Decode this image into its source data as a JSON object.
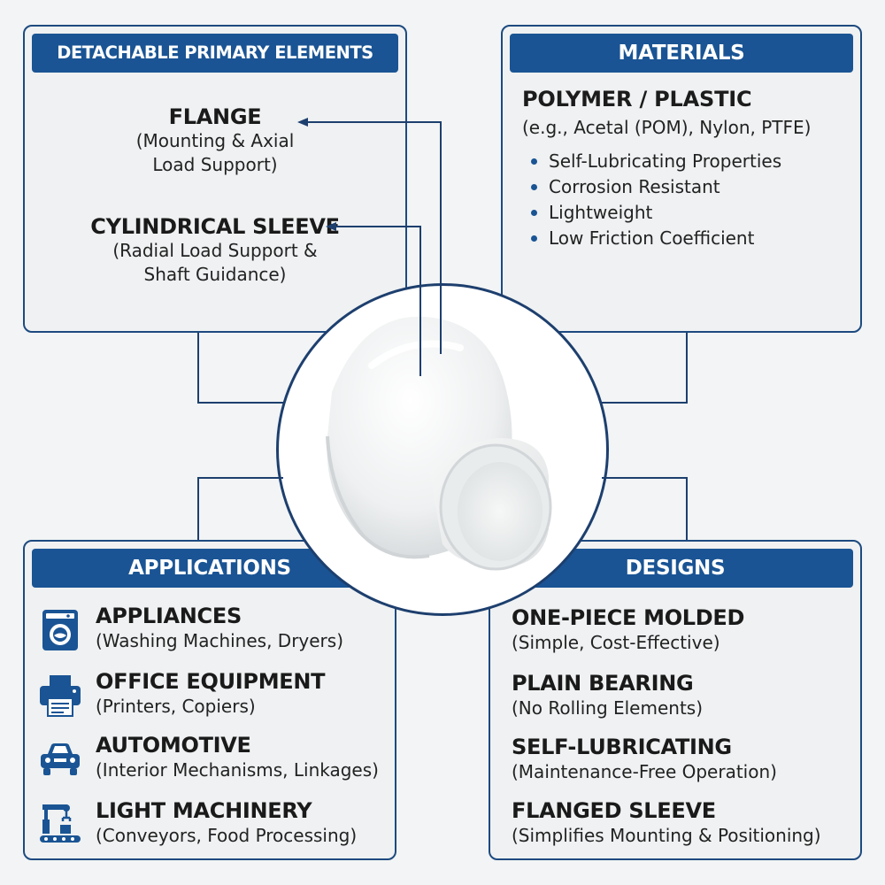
{
  "primary_elements": {
    "header": "DETACHABLE PRIMARY ELEMENTS",
    "items": [
      {
        "title": "FLANGE",
        "desc_line1": "(Mounting & Axial",
        "desc_line2": "Load Support)"
      },
      {
        "title": "CYLINDRICAL SLEEVE",
        "desc_line1": "(Radial Load Support &",
        "desc_line2": "Shaft Guidance)"
      }
    ]
  },
  "materials": {
    "header": "MATERIALS",
    "title": "POLYMER / PLASTIC",
    "subtitle": "(e.g., Acetal (POM), Nylon, PTFE)",
    "properties": [
      "Self-Lubricating Properties",
      "Corrosion Resistant",
      "Lightweight",
      "Low Friction Coefficient"
    ]
  },
  "applications": {
    "header": "APPLICATIONS",
    "items": [
      {
        "icon": "washing-machine-icon",
        "title": "APPLIANCES",
        "desc": "(Washing Machines, Dryers)"
      },
      {
        "icon": "printer-icon",
        "title": "OFFICE EQUIPMENT",
        "desc": "(Printers, Copiers)"
      },
      {
        "icon": "car-icon",
        "title": "AUTOMOTIVE",
        "desc": "(Interior Mechanisms, Linkages)"
      },
      {
        "icon": "robotic-arm-conveyor-icon",
        "title": "LIGHT MACHINERY",
        "desc": "(Conveyors, Food Processing)"
      }
    ]
  },
  "designs": {
    "header": "DESIGNS",
    "items": [
      {
        "title": "ONE-PIECE MOLDED",
        "desc": "(Simple, Cost-Effective)"
      },
      {
        "title": "PLAIN BEARING",
        "desc": "(No Rolling Elements)"
      },
      {
        "title": "SELF-LUBRICATING",
        "desc": "(Maintenance-Free Operation)"
      },
      {
        "title": "FLANGED SLEEVE",
        "desc": "(Simplifies Mounting & Positioning)"
      }
    ]
  },
  "colors": {
    "header_blue": "#1a5494",
    "border_navy": "#1d4a80",
    "connector_navy": "#1d3f6e",
    "panel_bg": "#eff1f2",
    "page_bg": "#f2f4f5"
  }
}
